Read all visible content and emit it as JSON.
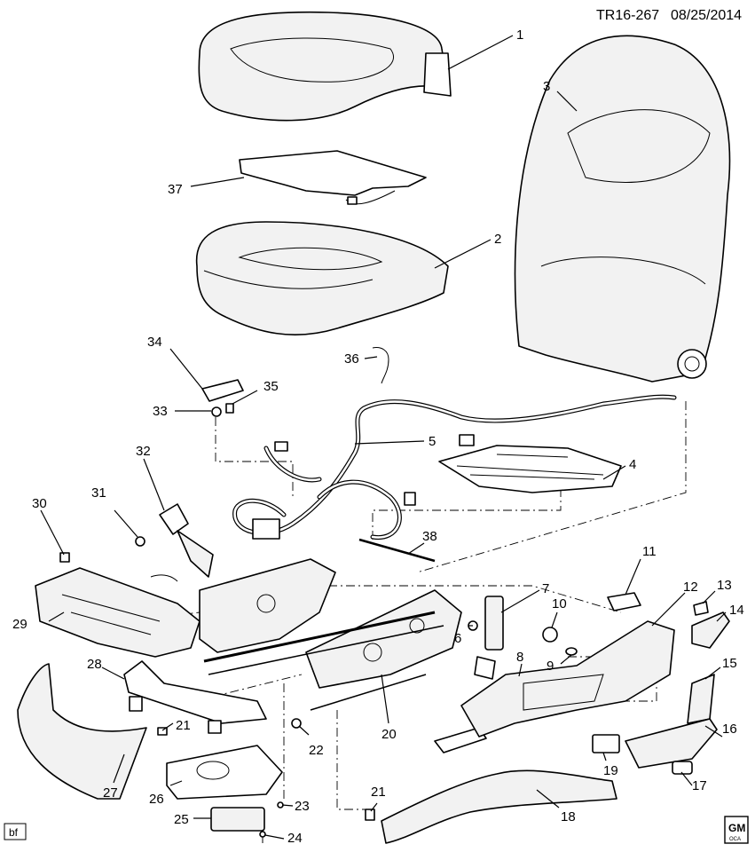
{
  "header": {
    "ref": "TR16-267",
    "date": "08/25/2014"
  },
  "corner_left_label": "bf",
  "logo": {
    "top": "GM",
    "bottom": "OCA"
  },
  "callouts": [
    {
      "id": "c1",
      "label": "1"
    },
    {
      "id": "c2",
      "label": "2"
    },
    {
      "id": "c3",
      "label": "3"
    },
    {
      "id": "c4",
      "label": "4"
    },
    {
      "id": "c5",
      "label": "5"
    },
    {
      "id": "c6",
      "label": "6"
    },
    {
      "id": "c7",
      "label": "7"
    },
    {
      "id": "c8",
      "label": "8"
    },
    {
      "id": "c9",
      "label": "9"
    },
    {
      "id": "c10",
      "label": "10"
    },
    {
      "id": "c11",
      "label": "11"
    },
    {
      "id": "c12",
      "label": "12"
    },
    {
      "id": "c13",
      "label": "13"
    },
    {
      "id": "c14",
      "label": "14"
    },
    {
      "id": "c15",
      "label": "15"
    },
    {
      "id": "c16",
      "label": "16"
    },
    {
      "id": "c17",
      "label": "17"
    },
    {
      "id": "c18",
      "label": "18"
    },
    {
      "id": "c19",
      "label": "19"
    },
    {
      "id": "c20",
      "label": "20"
    },
    {
      "id": "c21a",
      "label": "21"
    },
    {
      "id": "c21b",
      "label": "21"
    },
    {
      "id": "c22",
      "label": "22"
    },
    {
      "id": "c23",
      "label": "23"
    },
    {
      "id": "c24",
      "label": "24"
    },
    {
      "id": "c25",
      "label": "25"
    },
    {
      "id": "c26",
      "label": "26"
    },
    {
      "id": "c27",
      "label": "27"
    },
    {
      "id": "c28",
      "label": "28"
    },
    {
      "id": "c29",
      "label": "29"
    },
    {
      "id": "c30",
      "label": "30"
    },
    {
      "id": "c31",
      "label": "31"
    },
    {
      "id": "c32",
      "label": "32"
    },
    {
      "id": "c33",
      "label": "33"
    },
    {
      "id": "c34",
      "label": "34"
    },
    {
      "id": "c35",
      "label": "35"
    },
    {
      "id": "c36",
      "label": "36"
    },
    {
      "id": "c37",
      "label": "37"
    },
    {
      "id": "c38",
      "label": "38"
    }
  ]
}
